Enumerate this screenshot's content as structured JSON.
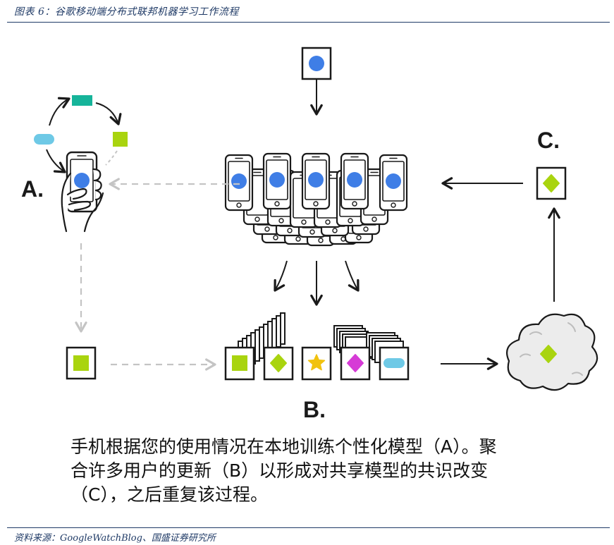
{
  "figure_title": "图表 6：谷歌移动端分布式联邦机器学习工作流程",
  "labels": {
    "a": "A.",
    "b": "B.",
    "c": "C."
  },
  "caption_lines": [
    "手机根据您的使用情况在本地训练个性化模型（A）。聚",
    "合许多用户的更新（B）以形成对共享模型的共识改变",
    "（C），之后重复该过程。"
  ],
  "source": "资料来源：GoogleWatchBlog、国盛证券研究所",
  "colors": {
    "title_navy": "#1f3a66",
    "blue_dot": "#3f7ee6",
    "lime": "#a9d40f",
    "teal": "#16b49a",
    "sky": "#6ec9e6",
    "star": "#f1c20e",
    "magenta": "#d63bd6",
    "dash_gray": "#c4c4c4"
  },
  "icons": [
    "phone-icon",
    "hand-icon",
    "model-card-icon",
    "star-icon",
    "diamond-icon",
    "cloud-icon",
    "arrow-icon"
  ]
}
